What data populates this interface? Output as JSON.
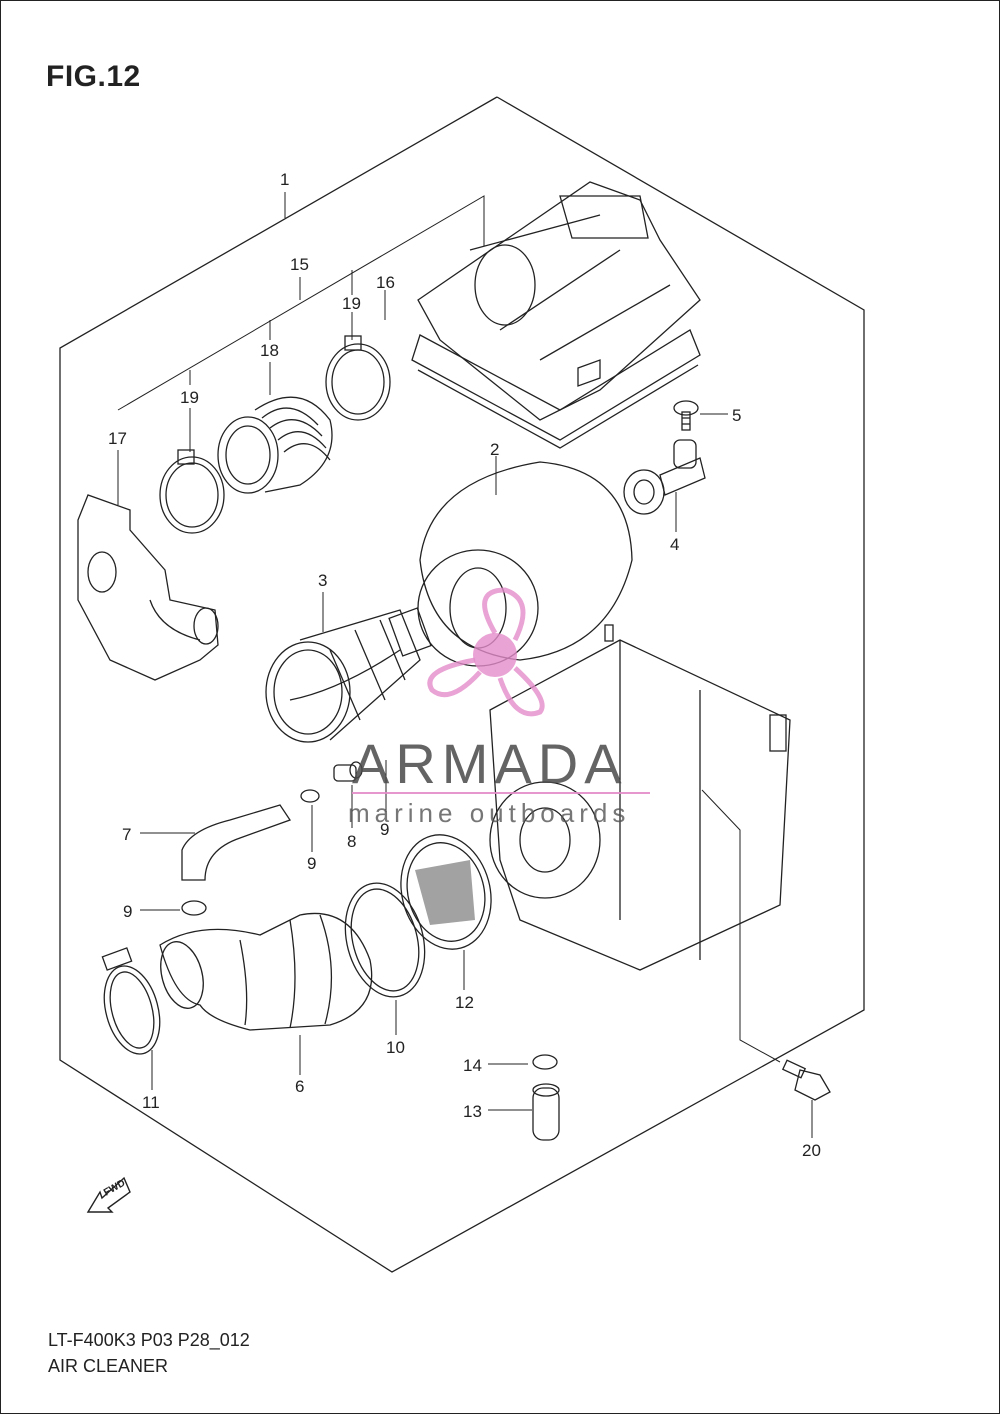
{
  "figure": {
    "title": "FIG.12",
    "code": "LT-F400K3 P03 P28_012",
    "name": "AIR CLEANER"
  },
  "callouts": [
    "1",
    "2",
    "3",
    "4",
    "5",
    "6",
    "7",
    "8",
    "9",
    "9",
    "9",
    "10",
    "11",
    "12",
    "13",
    "14",
    "15",
    "16",
    "17",
    "18",
    "19",
    "19",
    "20"
  ],
  "watermark": {
    "brand": "ARMADA",
    "tagline": "marine outboards",
    "accent_color": "#e48cc9"
  },
  "fwd_arrow": {
    "label": "FWD"
  }
}
